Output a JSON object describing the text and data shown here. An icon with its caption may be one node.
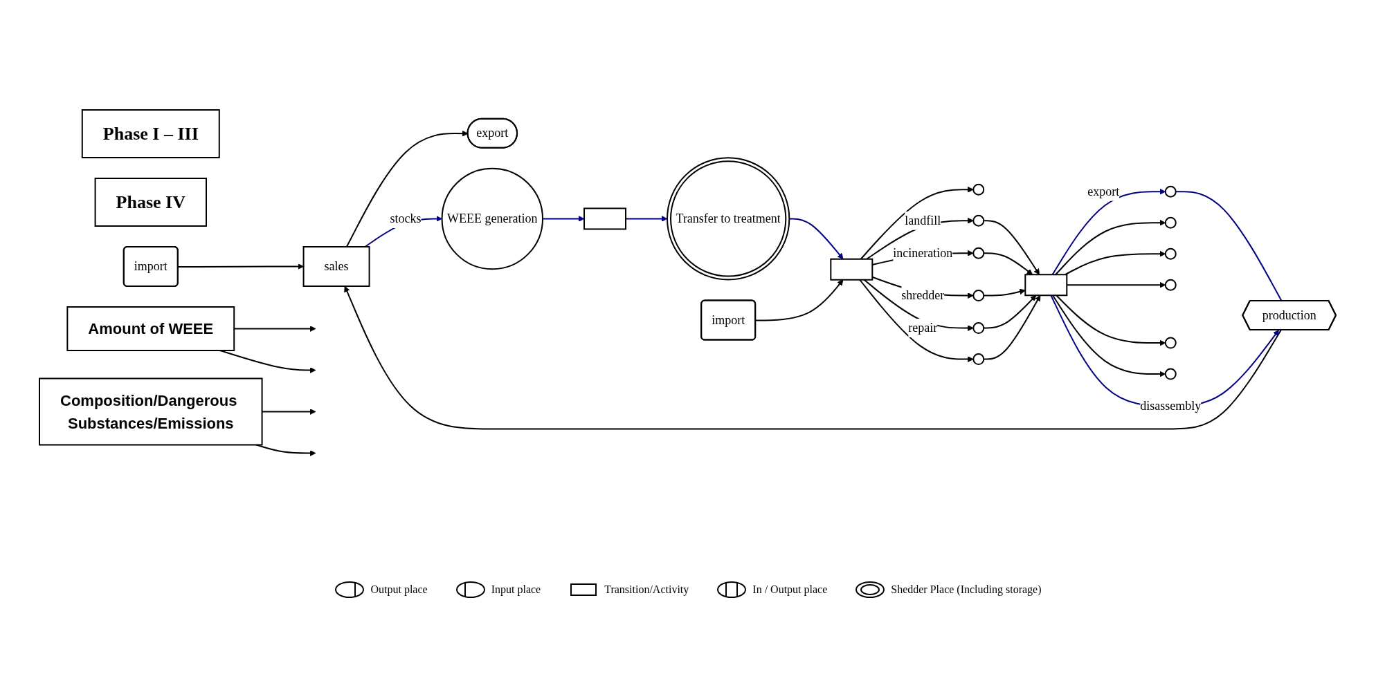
{
  "diagram": {
    "nodes": [
      {
        "text": [
          "Phase I – III"
        ]
      },
      {
        "text": [
          "Phase IV"
        ]
      },
      {
        "text": [
          "export"
        ]
      },
      {
        "text": [
          "import"
        ]
      },
      {
        "text": [
          "sales"
        ]
      },
      {
        "text": [
          "production"
        ]
      },
      {
        "text": [
          "WEEE generation"
        ]
      },
      {
        "text": [],
        "shape": "box"
      },
      {
        "text": [
          "Transfer to treatment"
        ]
      },
      {
        "text": [
          "import"
        ]
      },
      {
        "text": [],
        "shape": "box"
      },
      {
        "text": [],
        "shape": "circle"
      },
      {
        "text": [],
        "shape": "circle"
      },
      {
        "text": [],
        "shape": "circle"
      },
      {
        "text": [],
        "shape": "circle"
      },
      {
        "text": [],
        "shape": "circle"
      },
      {
        "text": [],
        "shape": "circle"
      },
      {
        "text": [],
        "shape": "circle"
      },
      {
        "text": [],
        "shape": "box"
      },
      {
        "text": [],
        "shape": "circle"
      },
      {
        "text": [],
        "shape": "circle"
      },
      {
        "text": [],
        "shape": "circle"
      },
      {
        "text": [],
        "shape": "circle"
      },
      {
        "text": [],
        "shape": "circle"
      },
      {
        "text": [
          "Amount of WEEE"
        ]
      },
      {
        "text": [
          "Composition/Dangerous Substances/Emissions"
        ]
      }
    ],
    "edges": [
      {
        "from": 4,
        "to": 2,
        "arrow": "to"
      },
      {
        "from": 3,
        "to": 4,
        "arrow": "to"
      },
      {
        "from": 5,
        "to": 4,
        "arrow": "to"
      },
      {
        "from": 4,
        "to": 6,
        "arrow": "to",
        "label": "stocks",
        "color": "#000080"
      },
      {
        "from": 6,
        "to": 7,
        "arrow": "to",
        "color": "#000080"
      },
      {
        "from": 7,
        "to": 8,
        "arrow": "to",
        "color": "#000080"
      },
      {
        "from": 8,
        "to": 10,
        "arrow": "to",
        "color": "#000080"
      },
      {
        "from": 9,
        "to": 10,
        "arrow": "to"
      },
      {
        "from": 10,
        "to": 11,
        "arrow": "to"
      },
      {
        "from": 10,
        "to": 13,
        "arrow": "to",
        "label": "landfill"
      },
      {
        "from": 10,
        "to": 14,
        "arrow": "to",
        "label": "incineration"
      },
      {
        "from": 10,
        "to": 15,
        "arrow": "to",
        "label": "shredder"
      },
      {
        "from": 10,
        "to": 16,
        "arrow": "to",
        "label": "repair"
      },
      {
        "from": 10,
        "to": 17,
        "arrow": "to"
      },
      {
        "from": 13,
        "to": 18,
        "arrow": "to"
      },
      {
        "from": 14,
        "to": 18,
        "arrow": "to"
      },
      {
        "from": 15,
        "to": 18,
        "arrow": "to"
      },
      {
        "from": 16,
        "to": 18,
        "arrow": "to"
      },
      {
        "from": 17,
        "to": 18,
        "arrow": "to"
      },
      {
        "from": 18,
        "to": 19,
        "arrow": "to"
      },
      {
        "from": 18,
        "to": 20,
        "arrow": "to"
      },
      {
        "from": 18,
        "to": 21,
        "arrow": "to"
      },
      {
        "from": 18,
        "to": 22,
        "arrow": "to"
      },
      {
        "from": 18,
        "to": 23,
        "arrow": "to"
      },
      {
        "from": 18,
        "to": 12,
        "arrow": "to",
        "label": "export",
        "color": "#000080"
      },
      {
        "from": 12,
        "to": 5,
        "arrow": "none",
        "color": "#000080"
      },
      {
        "from": 18,
        "to": 5,
        "arrow": "to",
        "label": "disassembly",
        "color": "#000080"
      },
      {
        "from": 24,
        "to": null,
        "arrow": "to"
      },
      {
        "from": 24,
        "to": null,
        "arrow": "to"
      },
      {
        "from": 25,
        "to": null,
        "arrow": "to"
      },
      {
        "from": 25,
        "to": null,
        "arrow": "to"
      }
    ],
    "legend": [
      {
        "text": "Output place"
      },
      {
        "text": "Input place"
      },
      {
        "text": "Transition/Activity"
      },
      {
        "text": "In / Output place"
      },
      {
        "text": "Shedder Place (Including storage)"
      }
    ]
  }
}
